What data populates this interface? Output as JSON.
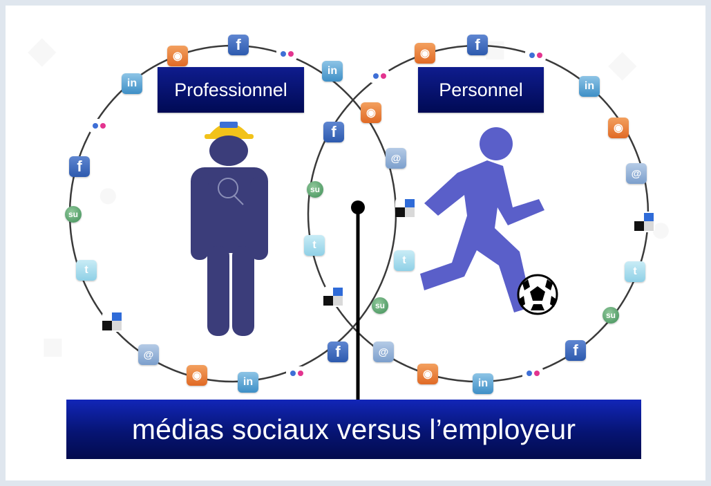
{
  "labels": {
    "professional": "Professionnel",
    "personal": "Personnel",
    "banner": "médias sociaux versus l’employeur"
  },
  "colors": {
    "label_box": "#000a54",
    "banner": "#061473",
    "worker_figure": "#3b3d7a",
    "hard_hat": "#f2c21a",
    "runner_figure": "#5a5fc9",
    "circle_line": "#3a3a3a"
  },
  "icons": {
    "left_ring": [
      "rss-icon",
      "facebook-icon",
      "flickr-icon",
      "linkedin-icon",
      "linkedin-icon",
      "flickr-icon",
      "facebook-icon",
      "stumbleupon-icon",
      "twitter-icon",
      "delicious-icon",
      "myspace-icon",
      "rss-icon",
      "linkedin-icon",
      "flickr-icon",
      "facebook-icon",
      "myspace-icon",
      "delicious-icon",
      "twitter-icon",
      "stumbleupon-icon",
      "facebook-icon",
      "rss-icon",
      "myspace-icon"
    ],
    "right_ring": [
      "rss-icon",
      "facebook-icon",
      "flickr-icon",
      "linkedin-icon",
      "rss-icon",
      "myspace-icon",
      "delicious-icon",
      "twitter-icon",
      "stumbleupon-icon",
      "facebook-icon",
      "flickr-icon",
      "linkedin-icon",
      "rss-icon",
      "myspace-icon"
    ],
    "figures": [
      "construction-worker-icon",
      "soccer-player-icon",
      "soccer-ball-icon"
    ]
  }
}
